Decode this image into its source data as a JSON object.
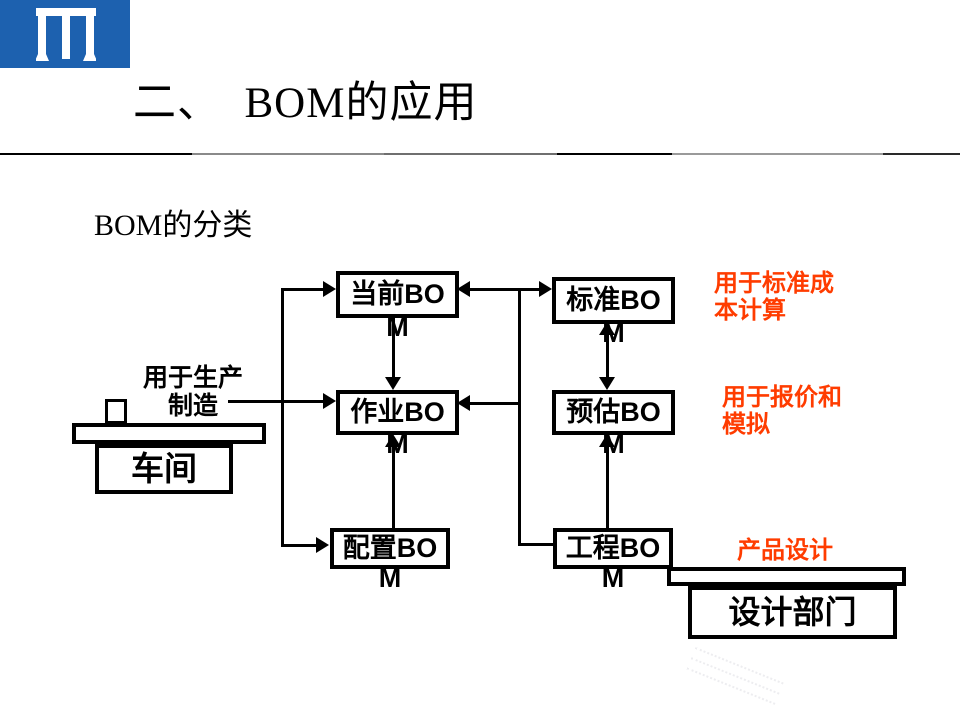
{
  "slide": {
    "title": "二、  BOM的应用",
    "subtitle": "BOM的分类"
  },
  "colors": {
    "accent_orange": "#ff3c00",
    "logo_blue": "#1d61af",
    "line_black": "#000000"
  },
  "logo": {
    "icon": "building-columns-icon"
  },
  "diagram": {
    "nodes": [
      {
        "id": "current-bom",
        "label": "当前BOM",
        "line1": "当前BO",
        "line2": "M"
      },
      {
        "id": "standard-bom",
        "label": "标准BOM",
        "line1": "标准BO",
        "line2": "M"
      },
      {
        "id": "operation-bom",
        "label": "作业BOM",
        "line1": "作业BO",
        "line2": "M"
      },
      {
        "id": "estimated-bom",
        "label": "预估BOM",
        "line1": "预估BO",
        "line2": "M"
      },
      {
        "id": "config-bom",
        "label": "配置BOM",
        "line1": "配置BO",
        "line2": "M"
      },
      {
        "id": "engineering-bom",
        "label": "工程BOM",
        "line1": "工程BO",
        "line2": "M"
      }
    ],
    "annotations": [
      {
        "id": "production-use",
        "line1": "用于生产",
        "line2": "制造",
        "color": "black"
      },
      {
        "id": "standard-cost-use",
        "line1": "用于标准成",
        "line2": "本计算",
        "color": "orange"
      },
      {
        "id": "quote-simulation-use",
        "line1": "用于报价和",
        "line2": "模拟",
        "color": "orange"
      },
      {
        "id": "product-design",
        "line1": "产品设计",
        "line2": "",
        "color": "orange"
      }
    ],
    "entities": {
      "workshop": "车间",
      "design_dept": "设计部门"
    }
  }
}
